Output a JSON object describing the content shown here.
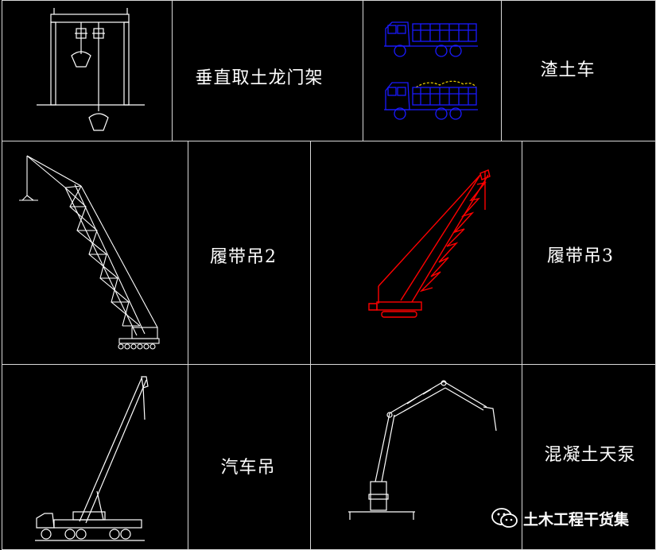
{
  "labels": {
    "gantry": "垂直取土龙门架",
    "dump_truck": "渣土车",
    "crawler2": "履带吊2",
    "crawler3": "履带吊3",
    "truck_crane": "汽车吊",
    "pump": "混凝土天泵"
  },
  "watermark": {
    "text": "土木工程干货集",
    "icon": "wechat-icon"
  },
  "colors": {
    "line": "#ffffff",
    "truck": "#1a1aff",
    "crane3": "#ff0000",
    "load": "#e6c800",
    "grid": "#d8d8d8"
  }
}
